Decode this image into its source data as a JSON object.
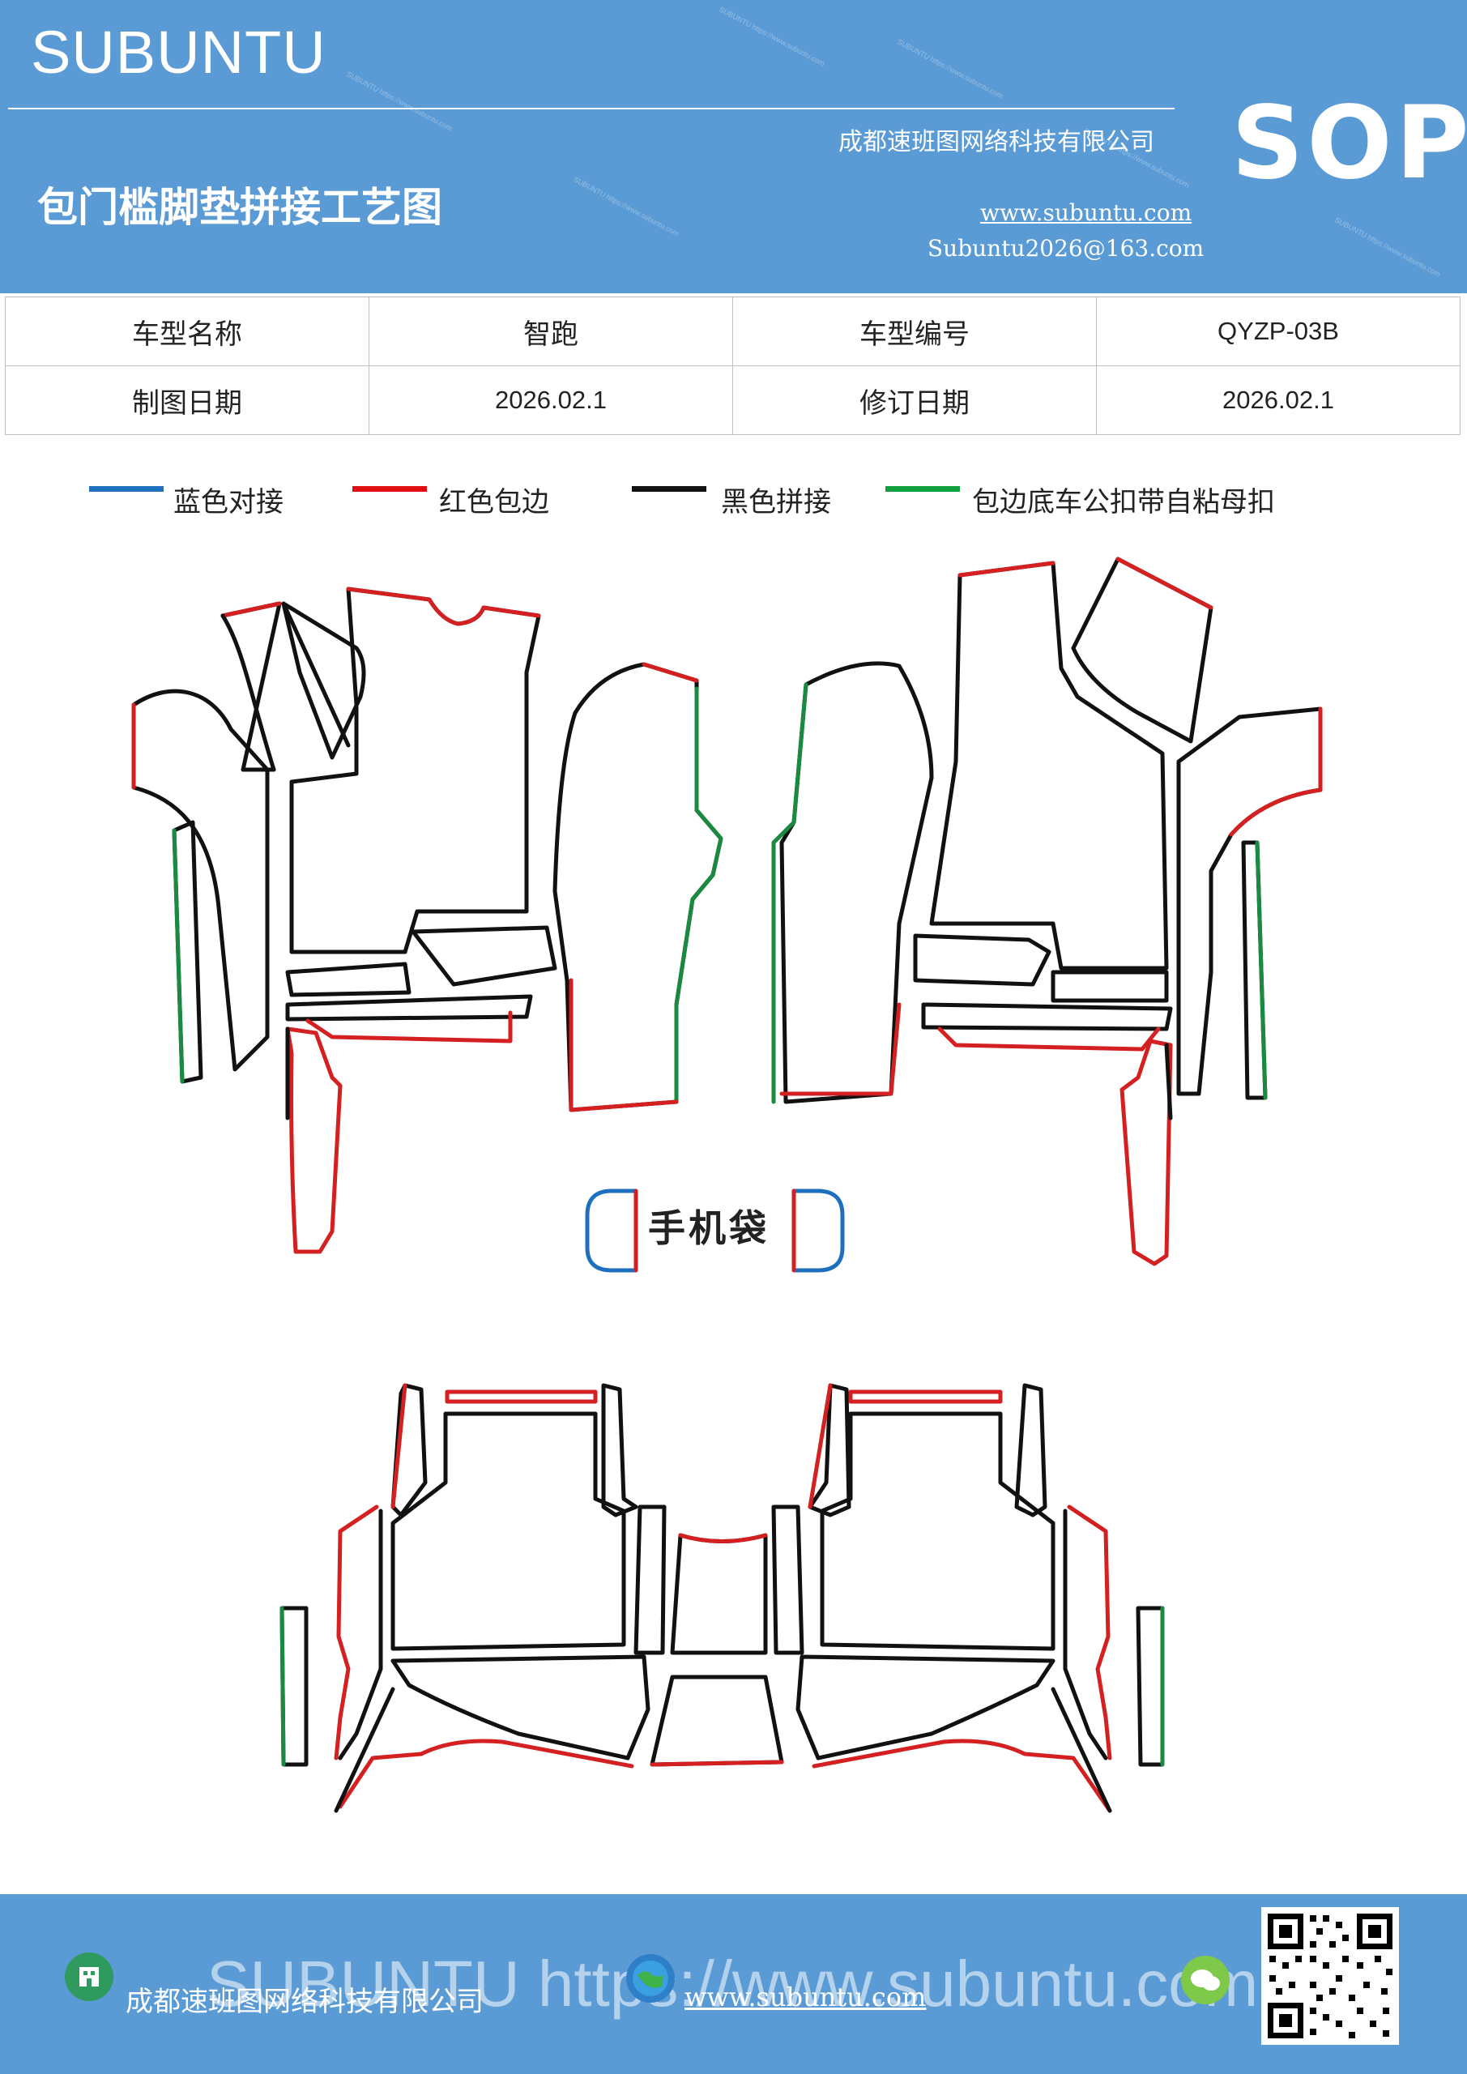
{
  "header": {
    "brand": "SUBUNTU",
    "title": "包门槛脚垫拼接工艺图",
    "company": "成都速班图网络科技有限公司",
    "website": "www.subuntu.com",
    "email": "Subuntu2026@163.com",
    "badge": "SOP"
  },
  "info_table": {
    "rows": [
      [
        "车型名称",
        "智跑",
        "车型编号",
        "QYZP-03B"
      ],
      [
        "制图日期",
        "2026.02.1",
        "修订日期",
        "2026.02.1"
      ]
    ]
  },
  "legend": [
    {
      "label": "蓝色对接",
      "color": "#1f6fbf"
    },
    {
      "label": "红色包边",
      "color": "#e01010"
    },
    {
      "label": "黑色拼接",
      "color": "#111111"
    },
    {
      "label": "包边底车公扣带自粘母扣",
      "color": "#12a03c"
    }
  ],
  "diagram": {
    "phone_pocket_label": "手机袋",
    "colors": {
      "blue": "#1f6fbf",
      "red": "#d42020",
      "black": "#111111",
      "green": "#1a8a40"
    }
  },
  "footer": {
    "watermark": "SUBUNTU https://www.subuntu.com",
    "company": "成都速班图网络科技有限公司",
    "website": "www.subuntu.com"
  }
}
